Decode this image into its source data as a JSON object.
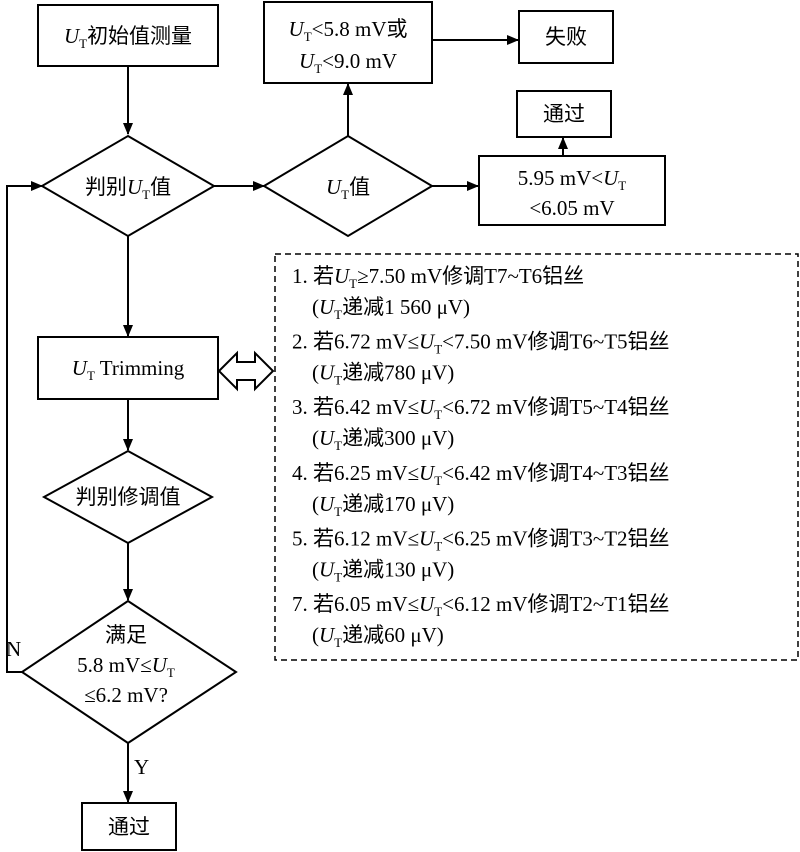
{
  "nodes": {
    "start": {
      "var": "U",
      "sub": "T",
      "text": "初始值测量"
    },
    "judge_ut": {
      "pre": "判别",
      "var": "U",
      "sub": "T",
      "post": "值"
    },
    "ut_value": {
      "var": "U",
      "sub": "T",
      "post": "值"
    },
    "fail_cond": {
      "line1": {
        "var": "U",
        "sub": "T",
        "post": "<5.8 mV或"
      },
      "line2": {
        "var": "U",
        "sub": "T",
        "post": "<9.0 mV"
      }
    },
    "fail": "失败",
    "pass_cond": {
      "line1": {
        "pre": "5.95 mV<",
        "var": "U",
        "sub": "T"
      },
      "line2": "<6.05 mV"
    },
    "pass_top": "通过",
    "trimming": {
      "var": "U",
      "sub": "T",
      "post": " Trimming"
    },
    "judge_trim": "判别修调值",
    "satisfy": {
      "line1": "满足",
      "line2": {
        "pre": "5.8 mV≤",
        "var": "U",
        "sub": "T"
      },
      "line3": "≤6.2 mV?"
    },
    "pass_bottom": "通过"
  },
  "edge_labels": {
    "no": "N",
    "yes": "Y"
  },
  "rules": [
    {
      "pre": "1. 若",
      "var": "U",
      "sub": "T",
      "post": "≥7.50 mV修调T7~T6铝丝",
      "dec": "递减1 560 μV)"
    },
    {
      "pre": "2. 若6.72 mV≤",
      "var": "U",
      "sub": "T",
      "post": "<7.50 mV修调T6~T5铝丝",
      "dec": "递减780 μV)"
    },
    {
      "pre": "3. 若6.42 mV≤",
      "var": "U",
      "sub": "T",
      "post": "<6.72 mV修调T5~T4铝丝",
      "dec": "递减300 μV)"
    },
    {
      "pre": "4. 若6.25 mV≤",
      "var": "U",
      "sub": "T",
      "post": "<6.42 mV修调T4~T3铝丝",
      "dec": "递减170 μV)"
    },
    {
      "pre": "5. 若6.12 mV≤",
      "var": "U",
      "sub": "T",
      "post": "<6.25 mV修调T3~T2铝丝",
      "dec": "递减130 μV)"
    },
    {
      "pre": "7. 若6.05 mV≤",
      "var": "U",
      "sub": "T",
      "post": "<6.12 mV修调T2~T1铝丝",
      "dec": "递减60 μV)"
    }
  ],
  "rule_paren_open": "("
}
